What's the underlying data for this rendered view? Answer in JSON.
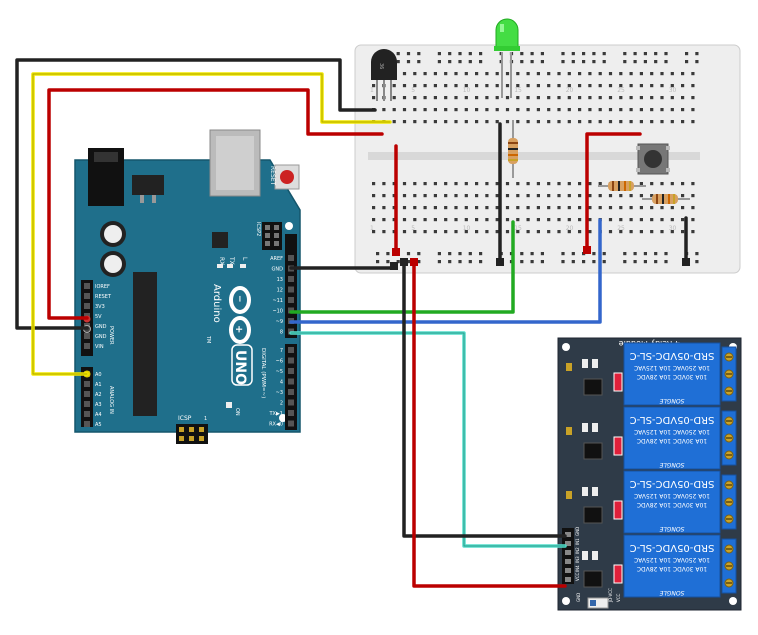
{
  "breadboard": {
    "column_numbers": [
      "1",
      "5",
      "10",
      "15",
      "20",
      "25",
      "30"
    ]
  },
  "sensor": {
    "label": "36"
  },
  "arduino": {
    "reset_label": "RESET",
    "icsp2_label": "ICSP2",
    "icsp_label": "ICSP",
    "icsp_pin1": "1",
    "on_label": "ON",
    "tx_label": "TX",
    "rx_label": "RX",
    "l_label": "L",
    "brand": "Arduino",
    "tm": "TM",
    "model": "UNO",
    "digital_label": "DIGITAL (PWM=~)",
    "power_label": "POWER",
    "analog_label": "ANALOG IN",
    "left_pins": [
      "IOREF",
      "RESET",
      "3V3",
      "5V",
      "GND",
      "GND",
      "VIN"
    ],
    "analog_pins": [
      "A0",
      "A1",
      "A2",
      "A3",
      "A4",
      "A5"
    ],
    "top_digital_pins": [
      "AREF",
      "GND",
      "13",
      "12",
      "~11",
      "~10",
      "~9",
      "8"
    ],
    "bottom_digital_pins": [
      "7",
      "~6",
      "~5",
      "4",
      "~3",
      "2",
      "TX▶1",
      "RX◀0"
    ]
  },
  "relay": {
    "title": "4 Relay Module",
    "brand": "SONGLE",
    "model": "SRD-05VDC-SL-C",
    "spec1": "10A 250VAC 10A 125VAC",
    "spec2": "10A 30VDC 10A 28VDC",
    "pins": [
      "GND",
      "IN1",
      "IN2",
      "IN3",
      "IN4",
      "VCC"
    ],
    "jd_label": "JD-VCC",
    "vcc_label": "VCC",
    "gnd_label": "GND"
  },
  "colors": {
    "board_teal": "#1f6f8b",
    "relay_blue": "#1f6fd6",
    "relay_board": "#2f3b48",
    "wire_red": "#bb0000",
    "wire_black": "#222222",
    "wire_yellow": "#f2e800",
    "wire_green": "#22aa22",
    "wire_blue": "#3366cc",
    "wire_cyan": "#55ddcc",
    "led_green": "#44dd44"
  }
}
